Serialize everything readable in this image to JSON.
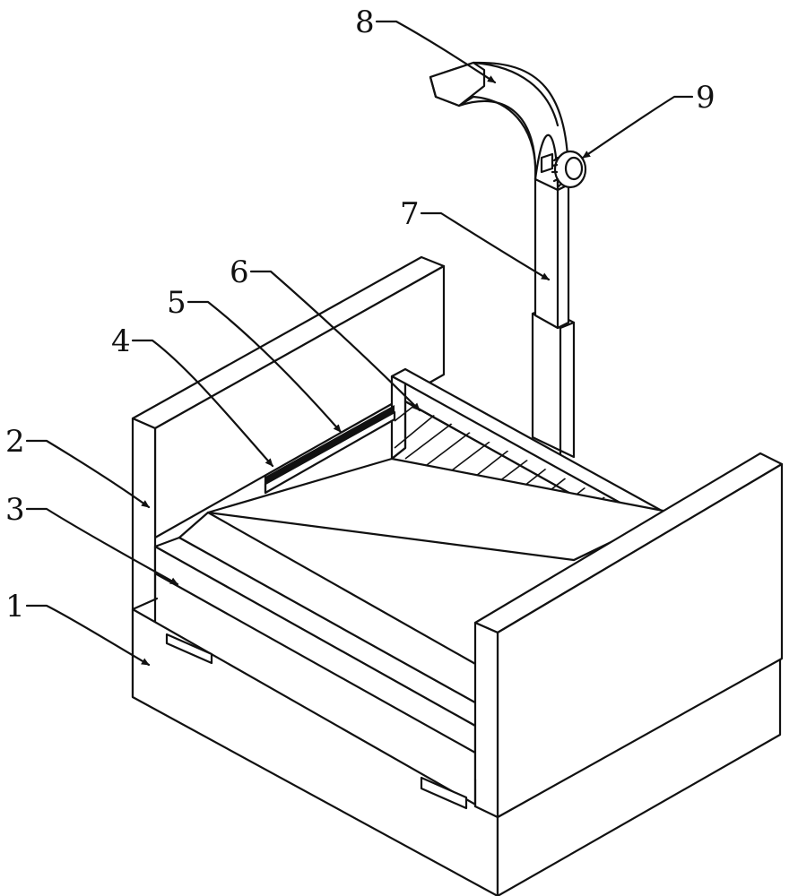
{
  "callouts": [
    {
      "id": "1",
      "label": "1"
    },
    {
      "id": "2",
      "label": "2"
    },
    {
      "id": "3",
      "label": "3"
    },
    {
      "id": "4",
      "label": "4"
    },
    {
      "id": "5",
      "label": "5"
    },
    {
      "id": "6",
      "label": "6"
    },
    {
      "id": "7",
      "label": "7"
    },
    {
      "id": "8",
      "label": "8"
    },
    {
      "id": "9",
      "label": "9"
    }
  ],
  "colors": {
    "line": "#111111",
    "background": "#ffffff"
  }
}
